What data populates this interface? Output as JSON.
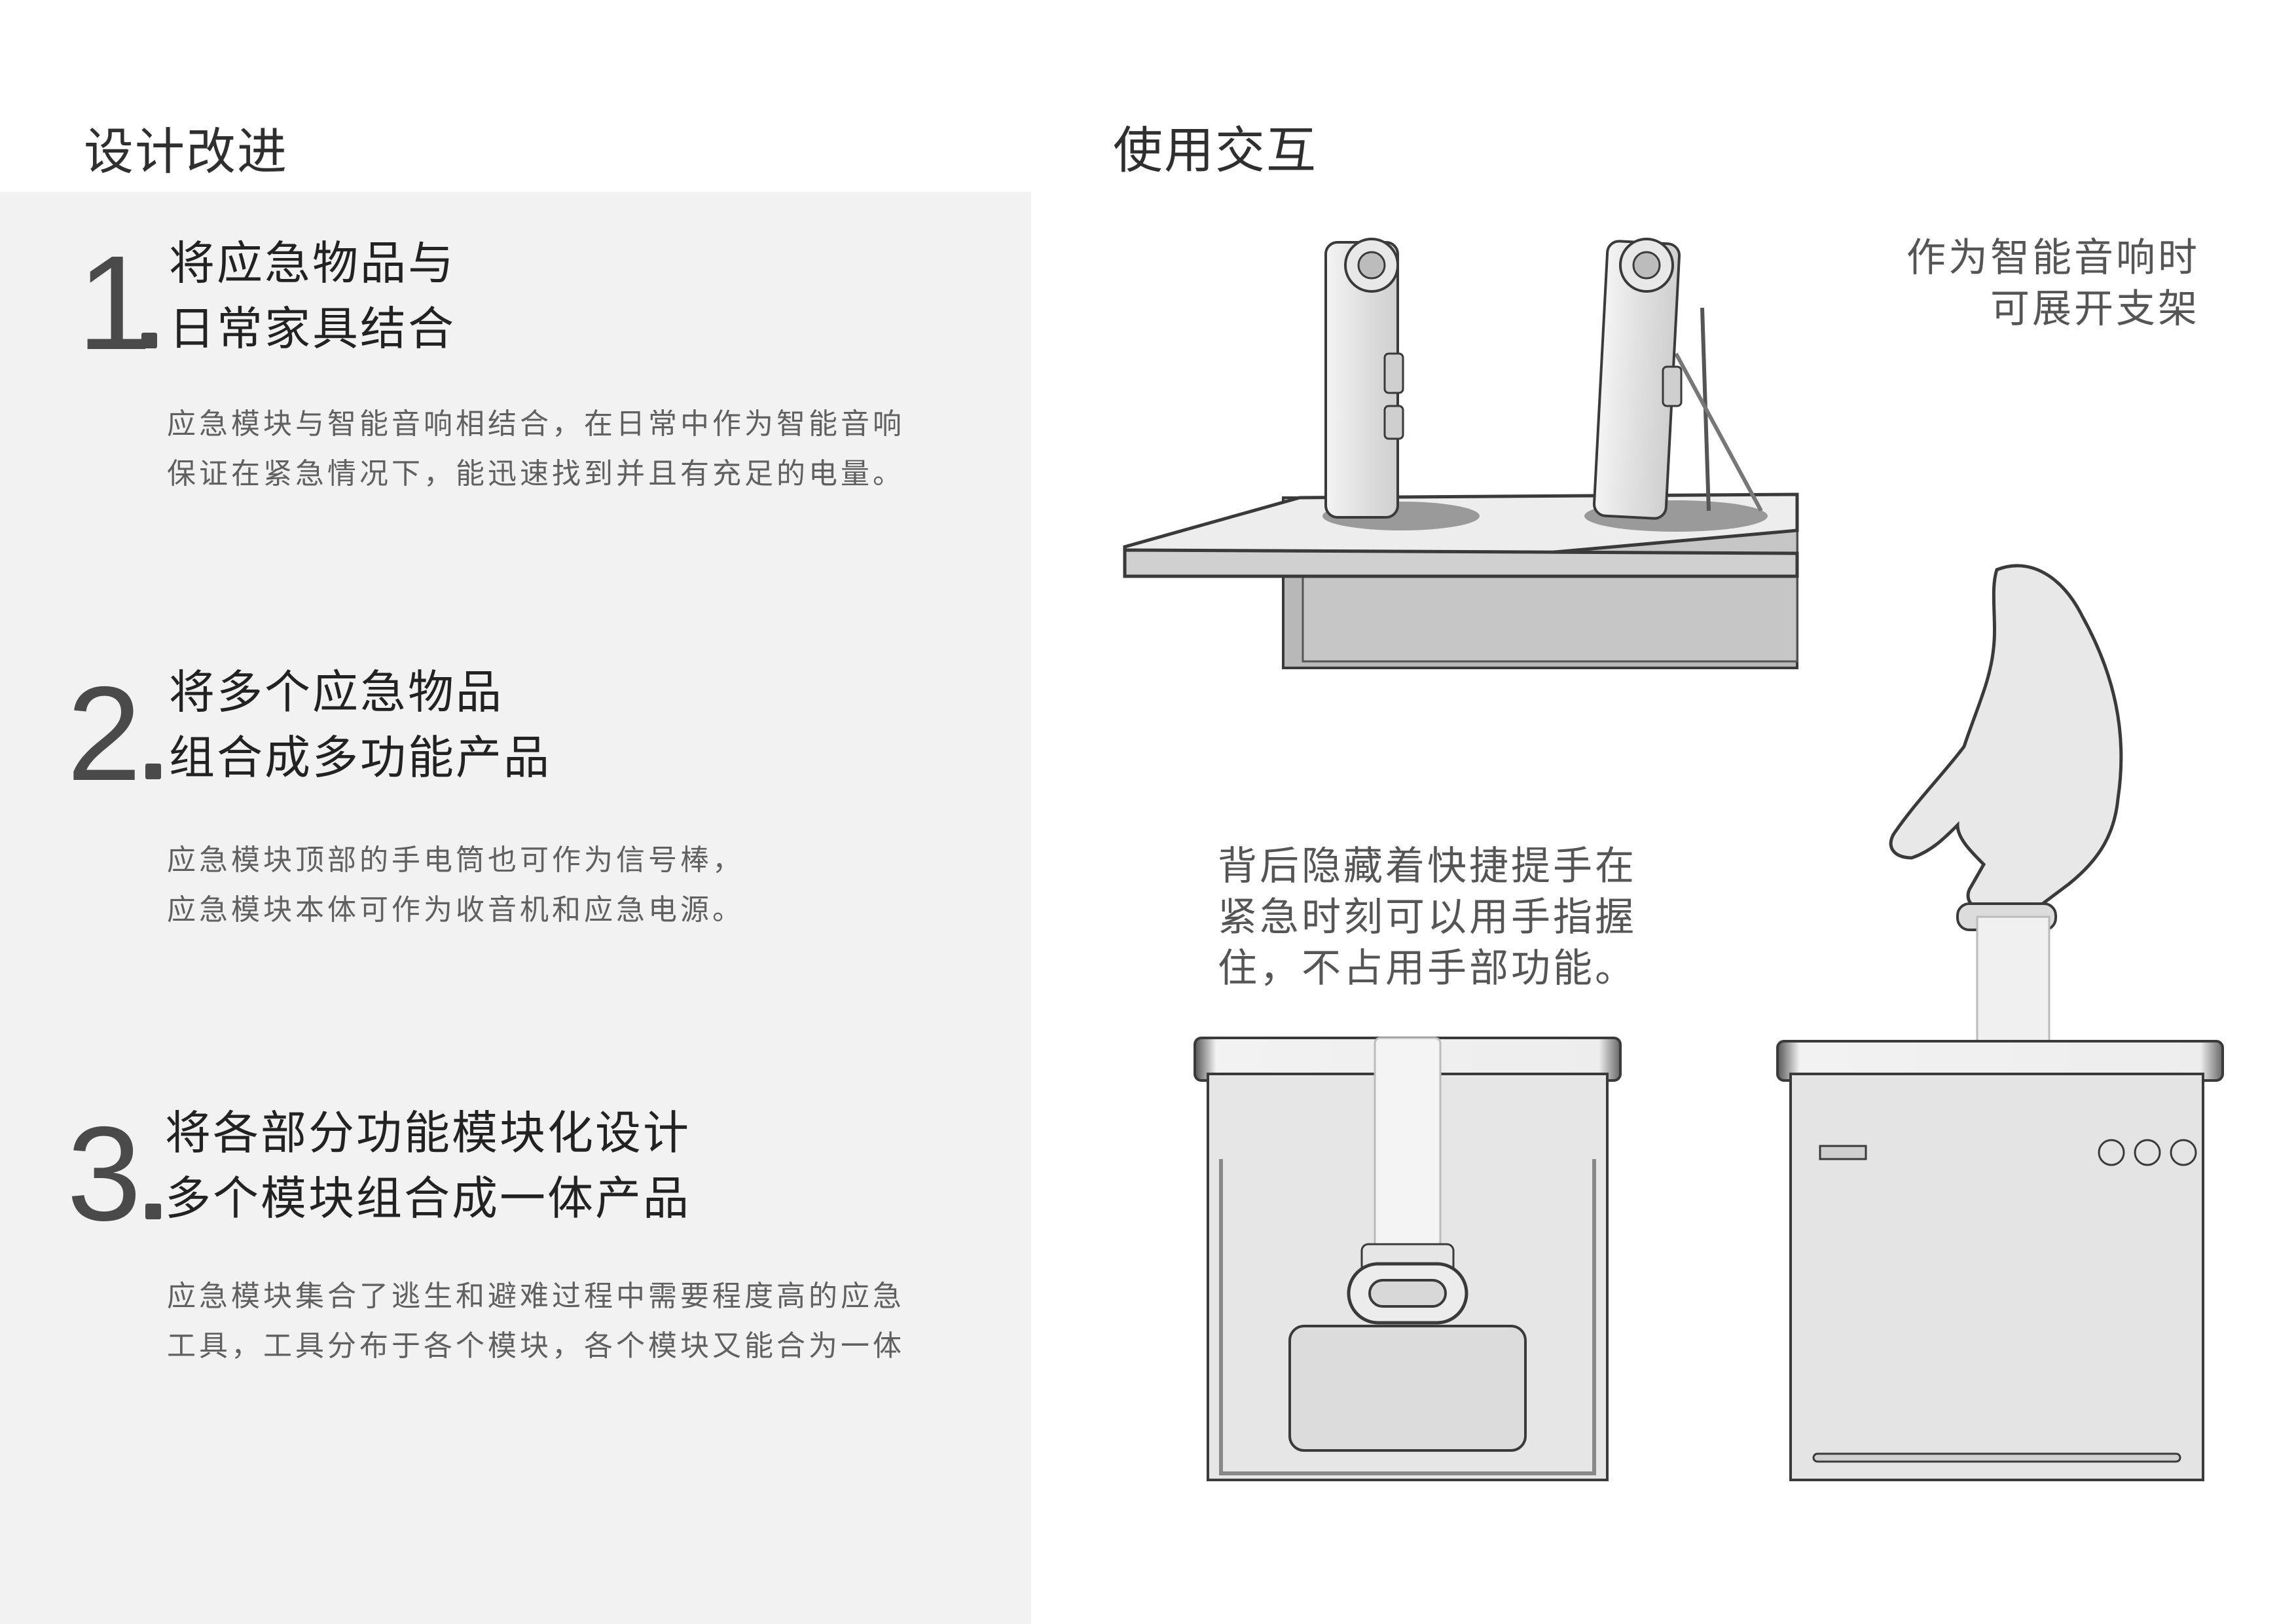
{
  "left": {
    "heading": "设计改进",
    "sections": [
      {
        "number": "1",
        "title_lines": [
          "将应急物品与",
          "日常家具结合"
        ],
        "desc_lines": [
          "应急模块与智能音响相结合，在日常中作为智能音响",
          "保证在紧急情况下，能迅速找到并且有充足的电量。"
        ]
      },
      {
        "number": "2",
        "title_lines": [
          "将多个应急物品",
          "组合成多功能产品"
        ],
        "desc_lines": [
          "应急模块顶部的手电筒也可作为信号棒，",
          "应急模块本体可作为收音机和应急电源。"
        ]
      },
      {
        "number": "3",
        "title_lines": [
          "将各部分功能模块化设计",
          "多个模块组合成一体产品"
        ],
        "desc_lines": [
          "应急模块集合了逃生和避难过程中需要程度高的应急",
          "工具，工具分布于各个模块，各个模块又能合为一体"
        ]
      }
    ]
  },
  "right": {
    "heading": "使用交互",
    "caption_speaker": [
      "作为智能音响时",
      "可展开支架"
    ],
    "caption_handle": [
      "背后隐藏着快捷提手在",
      "紧急时刻可以用手指握",
      "住，不占用手部功能。"
    ]
  },
  "colors": {
    "panel_bg": "#f2f2f2",
    "number": "#4a4a4a",
    "device_fill": "#e4e4e4",
    "outline": "#3a3a3a"
  },
  "icons": [
    "speaker-device-icon",
    "table-icon",
    "hand-icon",
    "handle-icon",
    "button-icon"
  ]
}
